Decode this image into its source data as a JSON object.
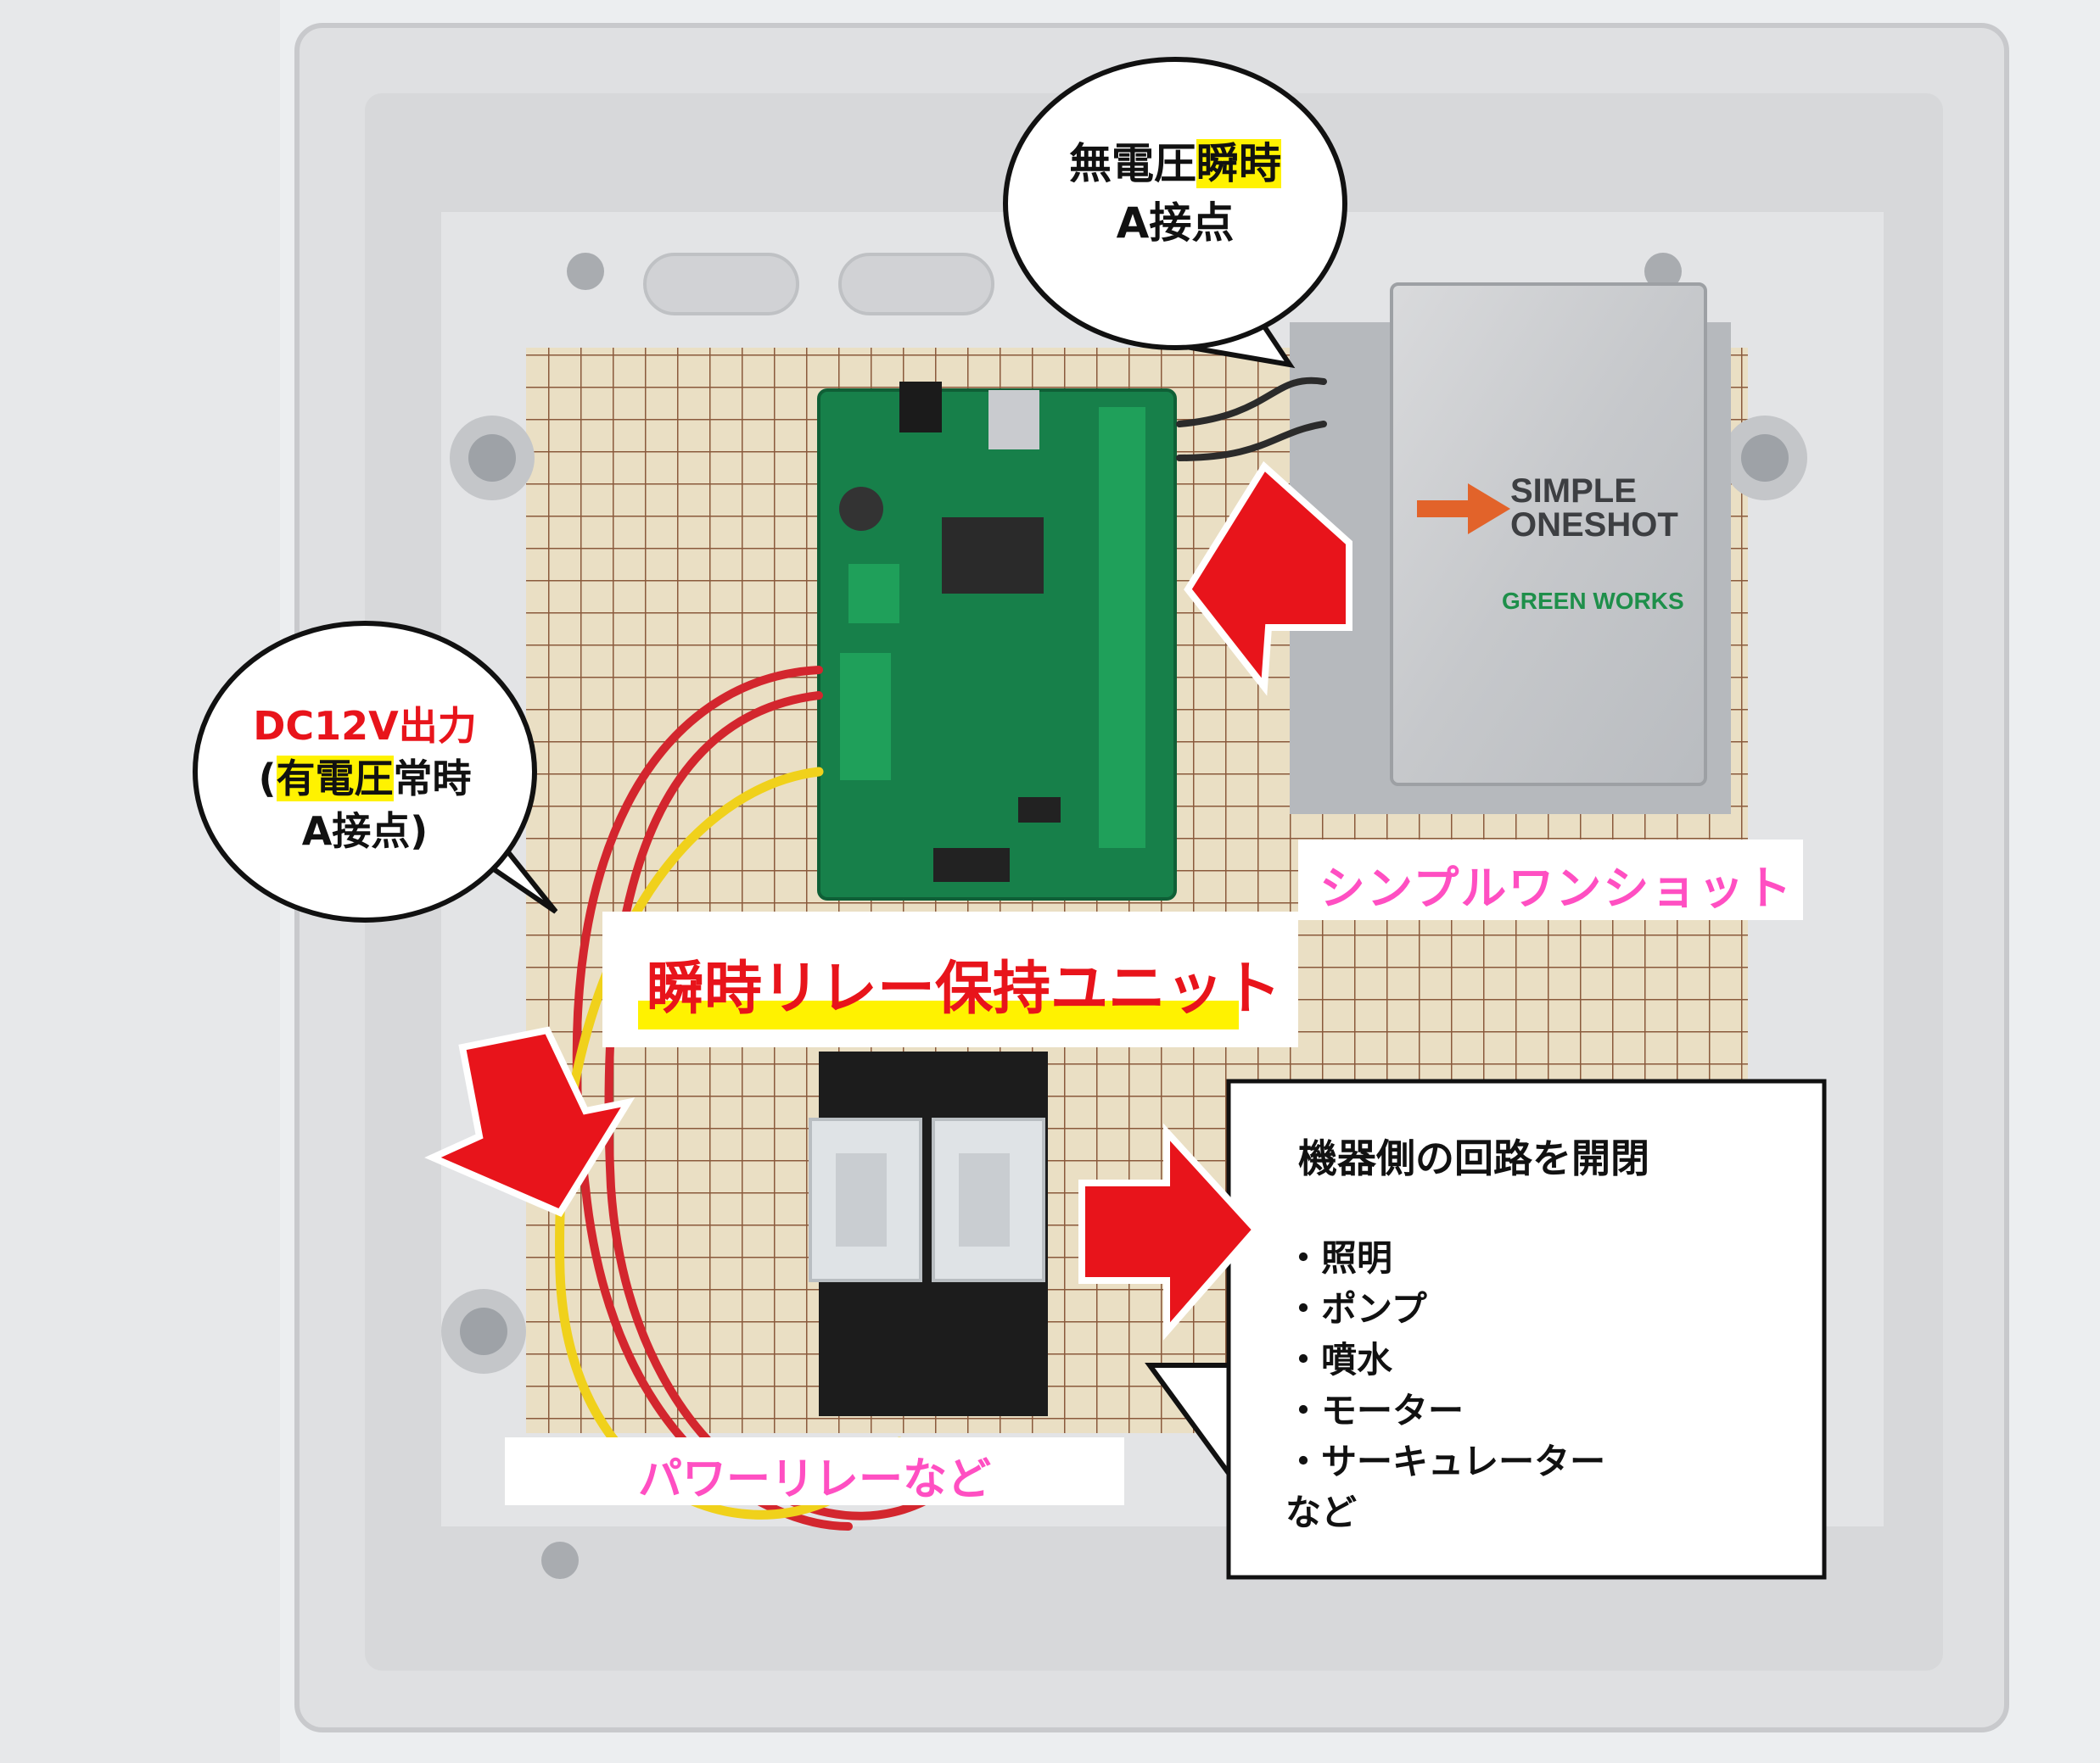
{
  "callouts": {
    "top_bubble": {
      "line1_plain": "無電圧",
      "line1_highlight": "瞬時",
      "line2": "A接点"
    },
    "left_bubble": {
      "line1": "DC12V出力",
      "line2_open": "(",
      "line2_highlight": "有電圧",
      "line2_plain": "常時",
      "line3": "A接点)"
    },
    "device_note": {
      "heading": "機器側の回路を開閉",
      "items": [
        "・照明",
        "・ポンプ",
        "・噴水",
        "・モーター",
        "・サーキュレーター"
      ],
      "footer": "など"
    }
  },
  "labels": {
    "oneshot": "シンプルワンショット",
    "relay_unit": "瞬時リレー保持ユニット",
    "power_relay": "パワーリレーなど"
  },
  "product": {
    "name_line1": "SIMPLE",
    "name_line2": "ONESHOT",
    "maker": "GREEN WORKS"
  },
  "colors": {
    "accent_red": "#e8141b",
    "highlight_yellow": "#fff200",
    "pink_label": "#ff4fc2",
    "pcb_green": "#17804a"
  }
}
